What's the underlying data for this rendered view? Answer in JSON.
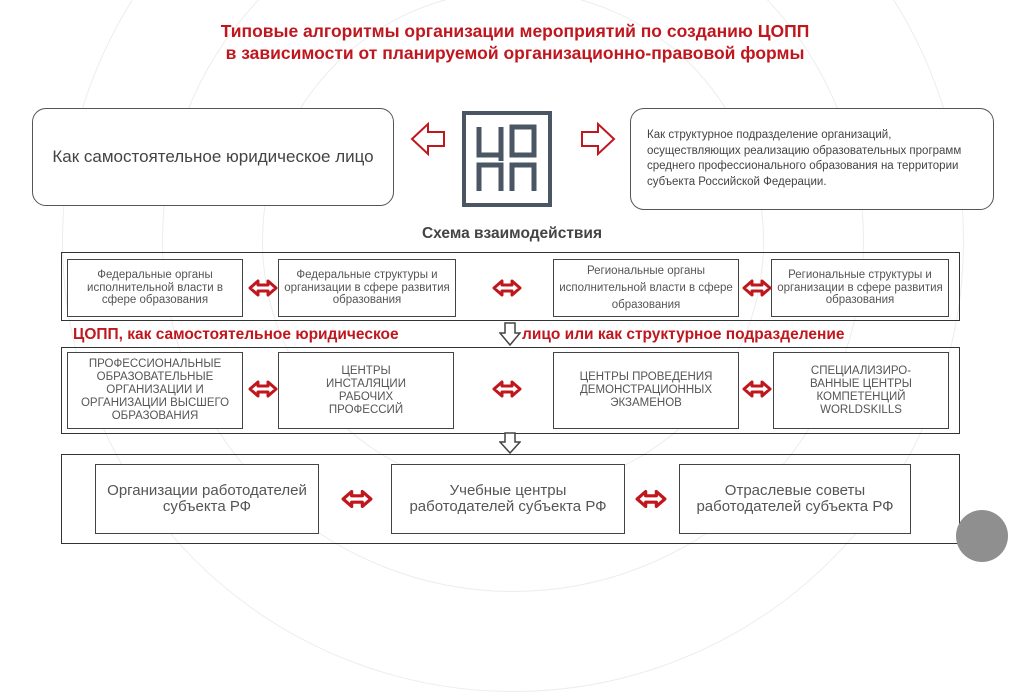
{
  "title": {
    "line1": "Типовые алгоритмы организации мероприятий по созданию ЦОПП",
    "line2": "в зависимости от планируемой организационно-правовой формы"
  },
  "options": {
    "left": "Как самостоятельное юридическое лицо",
    "right": "Как структурное подразделение организаций, осуществляющих реализацию образовательных программ среднего профессионального образования на территории субъекта Российской Федерации."
  },
  "logo": {
    "letters_top": "ЦО",
    "letters_bottom": "ПП",
    "color": "#4a5664"
  },
  "scheme_title": "Схема взаимодействия",
  "row1": [
    "Федеральные органы исполнительной власти в сфере образования",
    "Федеральные структуры и организации в сфере развития образования",
    "Региональные органы исполнительной власти в сфере образования",
    "Региональные структуры и организации в сфере развития образования"
  ],
  "heading": {
    "part1": "ЦОПП, как самостоятельное юридическое",
    "part2": "лицо или как структурное подразделение"
  },
  "row2": [
    "Профессиональные образовательные организации и организации высшего образования",
    "Центры инсталяции рабочих профессий",
    "Центры проведения демонстрационных экзаменов",
    "Специализиро-ванные центры компетенций WorldSkills"
  ],
  "row3": [
    "Организации работодателей субъекта РФ",
    "Учебные центры работодателей субъекта РФ",
    "Отраслевые советы работодателей субъекта РФ"
  ],
  "colors": {
    "accent_red": "#c0171e",
    "text_grey": "#444444",
    "frame": "#333333",
    "dot": "#8f8f8f"
  }
}
